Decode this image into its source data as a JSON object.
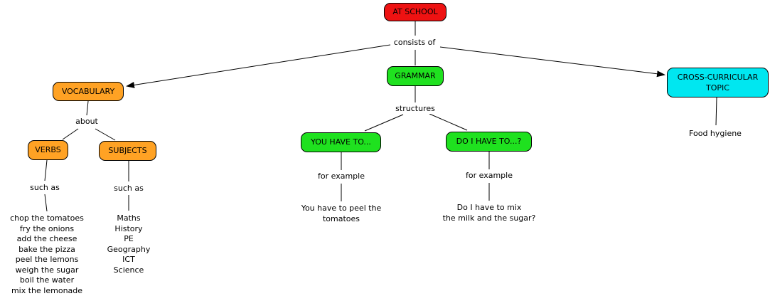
{
  "nodes": {
    "at_school": {
      "label": "AT SCHOOL",
      "color": "#ee1212"
    },
    "vocabulary": {
      "label": "VOCABULARY",
      "color": "#ffa224"
    },
    "grammar": {
      "label": "GRAMMAR",
      "color": "#1fe11f"
    },
    "cross_curricular": {
      "label": "CROSS-CURRICULAR TOPIC",
      "color": "#00e7f0"
    },
    "verbs": {
      "label": "VERBS",
      "color": "#ffa224"
    },
    "subjects": {
      "label": "SUBJECTS",
      "color": "#ffa224"
    },
    "you_have_to": {
      "label": "YOU HAVE TO...",
      "color": "#1fe11f"
    },
    "do_i_have_to": {
      "label": "DO I HAVE TO...?",
      "color": "#1fe11f"
    }
  },
  "connector_labels": {
    "consists_of": "consists of",
    "about": "about",
    "structures": "structures",
    "such_as_verbs": "such as",
    "such_as_subjects": "such as",
    "for_example_left": "for example",
    "for_example_right": "for example"
  },
  "leaves": {
    "verbs_examples": [
      "chop the tomatoes",
      "fry the onions",
      "add the cheese",
      "bake the pizza",
      "peel the lemons",
      "weigh the sugar",
      "boil the water",
      "mix the lemonade"
    ],
    "subjects_examples": [
      "Maths",
      "History",
      "PE",
      "Geography",
      "ICT",
      "Science"
    ],
    "you_have_to_example": [
      "You have to peel the",
      "tomatoes"
    ],
    "do_i_have_to_example": [
      "Do I have to mix",
      "the milk and the sugar?"
    ],
    "cross_curricular_example": "Food hygiene"
  },
  "line_color": "#000000"
}
